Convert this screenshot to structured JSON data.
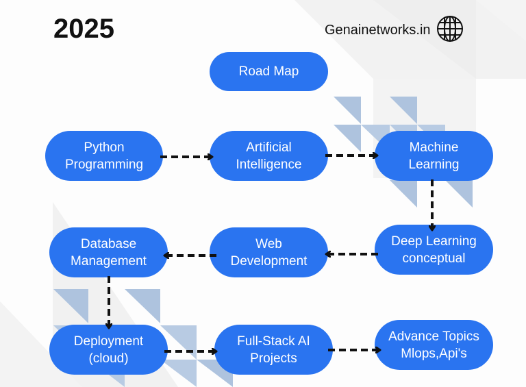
{
  "header": {
    "year": "2025",
    "website": "Genainetworks.in",
    "website_icon": "globe-icon"
  },
  "roadmap": {
    "title": "Road Map",
    "nodes": [
      {
        "id": "python",
        "label": "Python\nProgramming"
      },
      {
        "id": "ai",
        "label": "Artificial\nIntelligence"
      },
      {
        "id": "ml",
        "label": "Machine\nLearning"
      },
      {
        "id": "dl",
        "label": "Deep Learning\nconceptual"
      },
      {
        "id": "web",
        "label": "Web\nDevelopment"
      },
      {
        "id": "db",
        "label": "Database\nManagement"
      },
      {
        "id": "deploy",
        "label": "Deployment\n(cloud)"
      },
      {
        "id": "fullstack",
        "label": "Full-Stack AI\nProjects"
      },
      {
        "id": "advance",
        "label": "Advance Topics\nMlops,Api's"
      }
    ],
    "edges": [
      {
        "from": "python",
        "to": "ai"
      },
      {
        "from": "ai",
        "to": "ml"
      },
      {
        "from": "ml",
        "to": "dl"
      },
      {
        "from": "dl",
        "to": "web"
      },
      {
        "from": "web",
        "to": "db"
      },
      {
        "from": "db",
        "to": "deploy"
      },
      {
        "from": "deploy",
        "to": "fullstack"
      },
      {
        "from": "fullstack",
        "to": "advance"
      }
    ]
  },
  "colors": {
    "node_fill": "#2a74f0",
    "node_text": "#ffffff",
    "arrow": "#111111",
    "decor_blue": "#aec3de",
    "decor_gray": "#efefef"
  }
}
